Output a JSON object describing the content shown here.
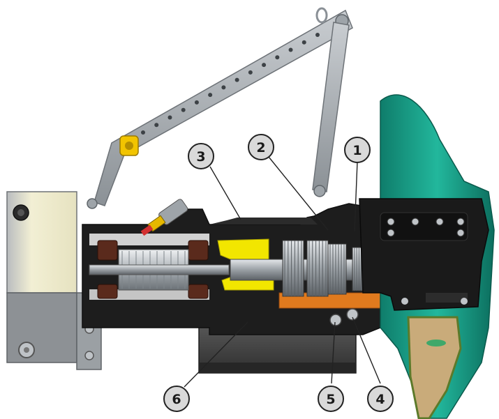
{
  "callouts": [
    {
      "id": "1",
      "label": "1"
    },
    {
      "id": "2",
      "label": "2"
    },
    {
      "id": "3",
      "label": "3"
    },
    {
      "id": "4",
      "label": "4"
    },
    {
      "id": "5",
      "label": "5"
    },
    {
      "id": "6",
      "label": "6"
    }
  ],
  "colors": {
    "housing_dark": "#1c1c1c",
    "housing_mid": "#3a3a3a",
    "cut_face": "#2a2a2a",
    "section_light": "#e8e8e8",
    "metal": "#b8bcc0",
    "metal_dark": "#7d8388",
    "yellow_cavity": "#f2e600",
    "orange_gear": "#e07a1e",
    "teal_flange": "#1aa08a",
    "teal_dark": "#0c6e5e",
    "sand_core": "#c9ab7a",
    "copper_winding": "#5a2a1c",
    "cabinet": "#dfe1e2",
    "cabinet_glow": "#f4f1d6",
    "base_block": "#4a4a4a",
    "callout_fill": "#d9d9d9"
  }
}
